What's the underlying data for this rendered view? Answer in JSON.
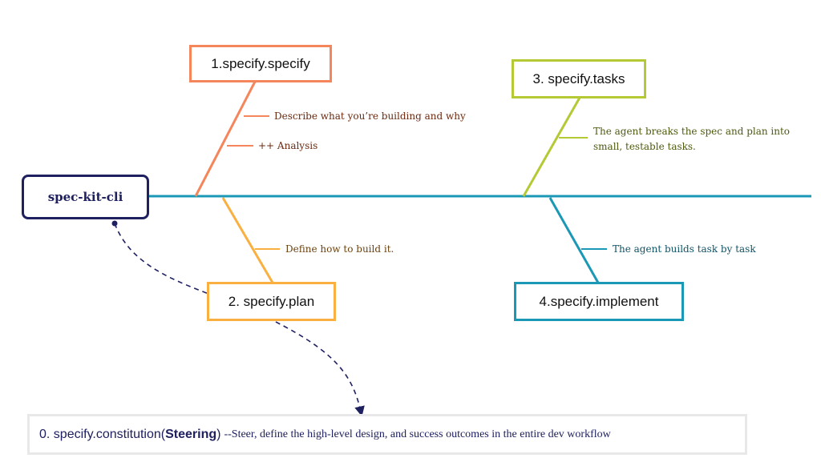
{
  "root": {
    "label": "spec-kit-cli"
  },
  "steps": [
    {
      "label": "1.specify.specify",
      "notes": [
        "Describe what you’re building and why",
        "++ Analysis"
      ],
      "color": "#f5855b",
      "text_color": "#6b2a10"
    },
    {
      "label": "2. specify.plan",
      "notes": [
        "Define how to build it."
      ],
      "color": "#f9b040",
      "text_color": "#6b4210"
    },
    {
      "label": "3. specify.tasks",
      "notes": [
        "The agent breaks the spec and plan into",
        "small, testable tasks."
      ],
      "color": "#b5c935",
      "text_color": "#4f5a10"
    },
    {
      "label": "4.specify.implement",
      "notes": [
        "The agent builds task by task"
      ],
      "color": "#1b98b6",
      "text_color": "#0f5466"
    }
  ],
  "constitution": {
    "prefix": "0. specify.constitution(",
    "bold": "Steering",
    "suffix": ")",
    "description": "--Steer, define the high-level design, and success outcomes in the entire dev workflow"
  },
  "colors": {
    "spine": "#1b98b6",
    "navy": "#1f2060"
  }
}
